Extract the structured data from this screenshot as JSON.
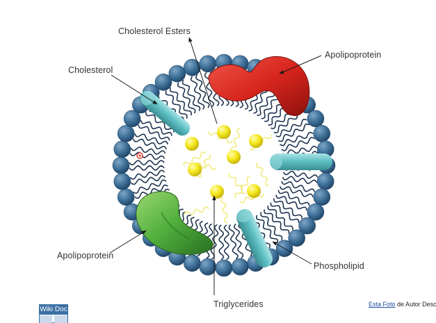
{
  "labels": {
    "cholesterol_esters": "Cholesterol Esters",
    "apolipoprotein_top": "Apolipoprotein",
    "cholesterol": "Cholesterol",
    "apolipoprotein_bottom": "Apolipoprotein",
    "phospholipid": "Phospholipid",
    "triglycerides": "Triglycerides"
  },
  "logo": {
    "text": "Wiki Doc"
  },
  "credit": {
    "link_text": "Esta Foto",
    "rest": "de Autor Desconh"
  },
  "colors": {
    "phospholipid_head": "#3d6f98",
    "tail": "#1f3550",
    "cholesterol": "#5fc0c4",
    "apolipoprotein_red": "#d8261e",
    "apolipoprotein_green": "#4fae3c",
    "core_ester": "#f2e81a",
    "core_strand": "#f3ec8c",
    "arrow": "#1a1a1a"
  }
}
